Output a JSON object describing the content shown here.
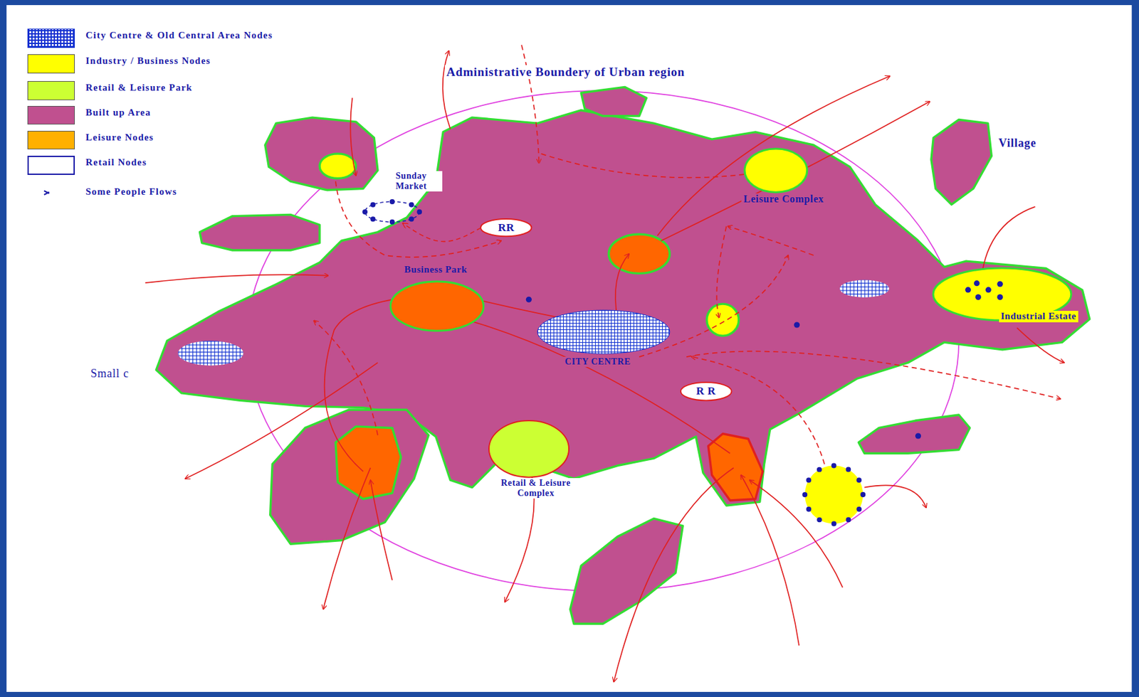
{
  "diagram": {
    "nodes": [
      {
        "text": [
          "Leisure Complex"
        ]
      },
      {
        "text": [
          "Sunday Market"
        ]
      },
      {
        "text": [
          "RR"
        ]
      },
      {
        "text": [
          "Business Park"
        ]
      },
      {
        "text": [
          "Industrial Estate"
        ]
      },
      {
        "text": [
          "CITY CENTRE"
        ]
      },
      {
        "text": [
          "R R"
        ]
      },
      {
        "text": [
          "Retail & Leisure Complex"
        ]
      }
    ],
    "edges": [
      {
        "from": 2,
        "to": 1,
        "arrow": "to"
      }
    ],
    "labels": [
      "Administrative Boundery of Urban region",
      "Village",
      "Small c",
      "RR"
    ],
    "legend": [
      {
        "text": "City Centre & Old Central Area Nodes"
      },
      {
        "text": "Industry / Business Nodes",
        "color": "#ffff00"
      },
      {
        "text": "Retail & Leisure Park",
        "color": "#ccff33"
      },
      {
        "text": "Built up Area",
        "color": "#c0508f"
      },
      {
        "text": "Leisure Nodes",
        "color": "#ffb000"
      },
      {
        "text": "Retail Nodes"
      },
      {
        "text": "Some People Flows"
      }
    ]
  }
}
